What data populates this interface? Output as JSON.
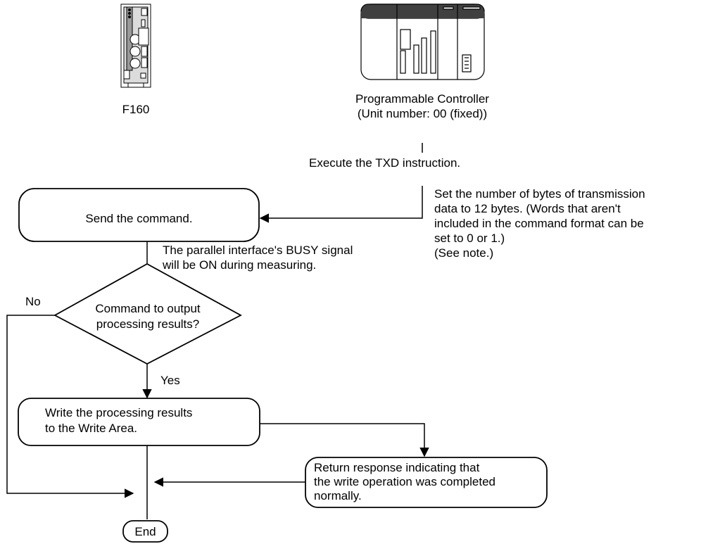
{
  "devices": {
    "f160_label": "F160",
    "plc_label_line1": "Programmable Controller",
    "plc_label_line2": "(Unit number: 00 (fixed))"
  },
  "flow": {
    "execute_txd": "Execute the TXD instruction.",
    "set_bytes_note": [
      "Set the number of bytes of transmission",
      "data to 12 bytes. (Words that aren't",
      "included in the command format can be",
      "set to 0 or 1.)",
      "(See note.)"
    ],
    "send_command": "Send the command.",
    "busy_note": [
      "The parallel interface's BUSY signal",
      "will be ON during measuring."
    ],
    "decision": [
      "Command to output",
      "processing results?"
    ],
    "no_label": "No",
    "yes_label": "Yes",
    "write_results": [
      "Write the processing results",
      "to the Write Area."
    ],
    "return_response": [
      "Return response indicating that",
      "the write operation was completed",
      "normally."
    ],
    "end": "End"
  }
}
